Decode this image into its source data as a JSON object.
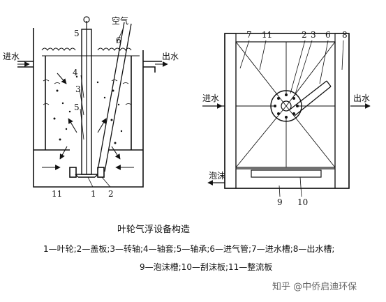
{
  "left_figure": {
    "callouts": [
      "5",
      "空气",
      "6",
      "4",
      "3",
      "5",
      "1",
      "2",
      "11"
    ],
    "inlet_label": "进水",
    "outlet_label": "出水"
  },
  "right_figure": {
    "callouts": [
      "7",
      "11",
      "2",
      "3",
      "6",
      "8",
      "9",
      "10"
    ],
    "inlet_label": "进水",
    "outlet_label": "出水",
    "froth_label": "泡沫"
  },
  "caption": {
    "title": "叶轮气浮设备构造",
    "legend_line1": "1—叶轮;2—盖板;3—转轴;4—轴套;5—轴承;6—进气管;7—进水槽;8—出水槽;",
    "legend_line2": "9—泡沫槽;10—刮沫板;11—整流板"
  },
  "watermark": "知乎 @中侨启迪环保"
}
